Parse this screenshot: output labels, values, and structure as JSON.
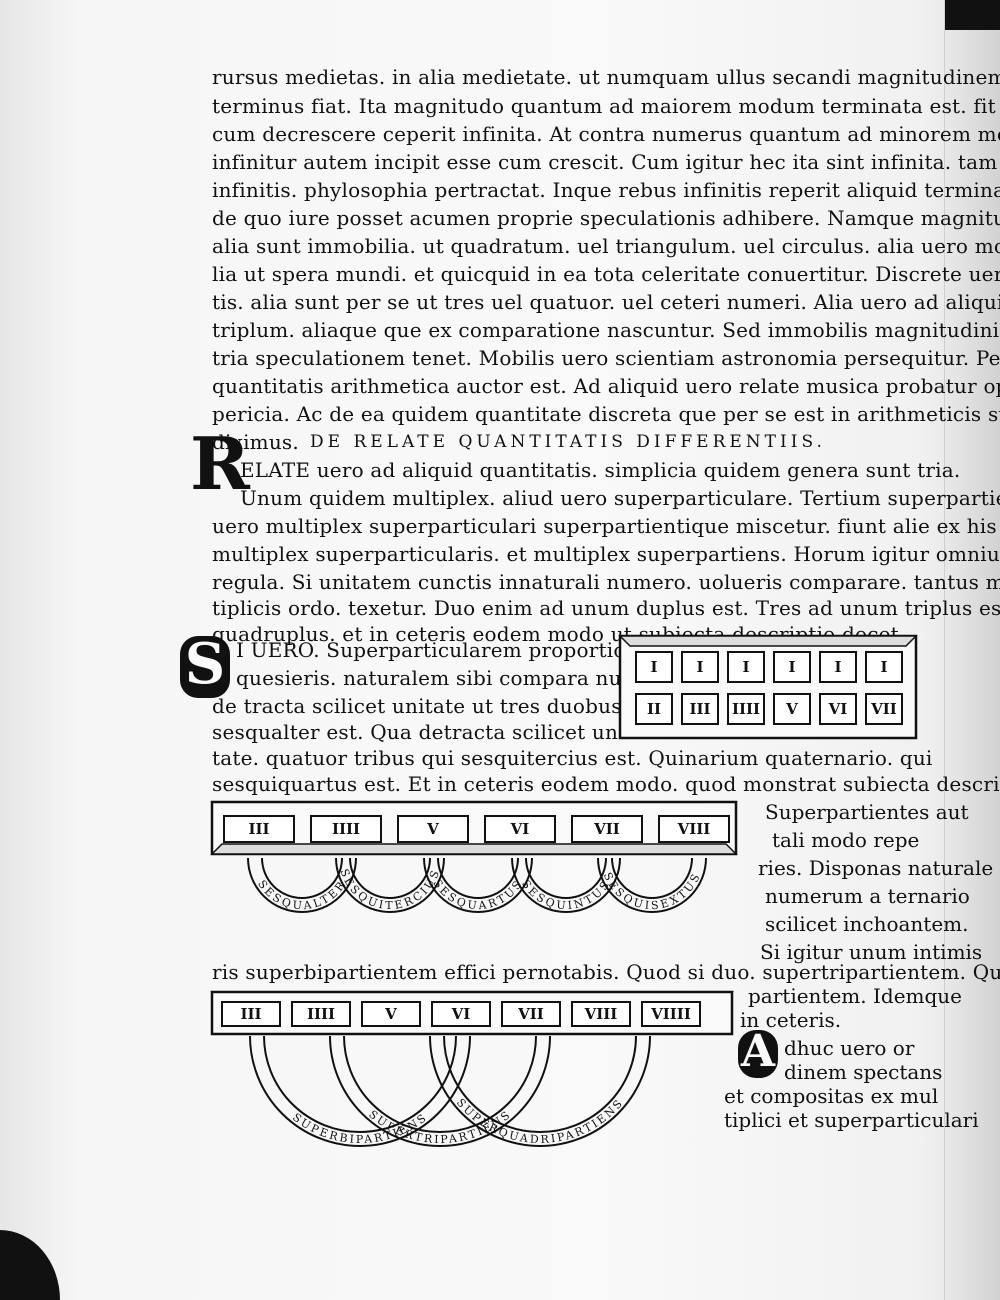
{
  "manuscript": {
    "lines": [
      "rursus medietas. in alia medietate. ut numquam ullus secandi magnitudinem",
      "terminus fiat. Ita magnitudo quantum ad maiorem modum terminata est. fit uero",
      "cum decrescere ceperit infinita. At contra numerus quantum ad minorem modum finitur est.",
      "infinitur autem incipit esse cum crescit. Cum igitur hec ita sint infinita. tam quasi de rebus",
      "infinitis. phylosophia pertractat. Inque rebus infinitis reperit aliquid terminatum.",
      "de quo iure posset acumen proprie speculationis adhibere. Namque magnitudinis",
      "alia sunt immobilia. ut quadratum. uel triangulum. uel circulus. alia uero mobi",
      "lia ut spera mundi. et quicquid in ea tota celeritate conuertitur. Discrete uero quantita",
      "tis. alia sunt per se ut tres uel quatuor. uel ceteri numeri. Alia uero ad aliquid. ut duplum.",
      "triplum. aliaque que ex comparatione nascuntur. Sed immobilis magnitudinis geome",
      "tria speculationem tenet. Mobilis uero scientiam astronomia persequitur. Per se uero discrete",
      "quantitatis arithmetica auctor est. Ad aliquid uero relate musica probatur optinere",
      "pericia. Ac de ea quidem quantitate discreta que per se est in arithmeticis sufficienter",
      "diximus."
    ],
    "heading": "DE RELATE QUANTITATIS DIFFERENTIIS.",
    "para2_initial": "R",
    "para2_first": "ELATE uero ad aliquid quantitatis. simplicia quidem genera sunt tria.",
    "para2_lines": [
      "Unum quidem multiplex. aliud uero superparticulare. Tertium superpartiens. Cum",
      "uero multiplex superparticulari superpartientique miscetur. fiunt alie ex his due. ide",
      "multiplex superparticularis. et multiplex superpartiens. Horum igitur omnium talis est",
      "regula. Si unitatem cunctis innaturali numero. uolueris comparare. tantus mul",
      "tiplicis ordo. texetur. Duo enim ad unum duplus est. Tres ad unum triplus est. Quatuor",
      "quadruplus. et in ceteris eodem modo ut subiecta descriptio docet."
    ],
    "para3_initial": "S",
    "para3_lines": [
      "I UERO. Superparticularem proportionem",
      "quesieris. naturalem sibi compara numerum",
      "de tracta scilicet unitate ut tres duobus",
      "sesqualter est. Qua detracta scilicet uni"
    ],
    "para3_cont": [
      "tate. quatuor tribus qui sesquitercius est. Quinarium quaternario. qui",
      "sesquiquartus est. Et in ceteris eodem modo. quod monstrat subiecta descriptio."
    ],
    "side1_lines": [
      "Superpartientes aut",
      "tali modo repe",
      "ries. Disponas naturale",
      "numerum a ternario",
      "scilicet inchoantem.",
      "Si igitur unum intimis"
    ],
    "full_line": "ris superbipartientem effici pernotabis. Quod si duo. supertripartientem. Quod si tres. superquadri",
    "side2_lines": [
      "partientem. Idemque",
      "in ceteris."
    ],
    "para4_initial": "A",
    "para4_lines": [
      "dhuc uero or",
      "dinem spectans",
      "et compositas ex mul",
      "tiplici et superparticulari"
    ]
  },
  "diagram_multiplex": {
    "top_row": [
      "I",
      "I",
      "I",
      "I",
      "I",
      "I"
    ],
    "bottom_row": [
      "II",
      "III",
      "IIII",
      "V",
      "VI",
      "VII"
    ]
  },
  "diagram_superparticular": {
    "cells": [
      "III",
      "IIII",
      "V",
      "VI",
      "VII",
      "VIII"
    ],
    "arc_labels": [
      "SESQUALTER",
      "SESQUITERCIUS",
      "SESQUARTUS",
      "SESQUINTUS",
      "SESQUISEXTUS"
    ]
  },
  "diagram_superpartient": {
    "cells": [
      "III",
      "IIII",
      "V",
      "VI",
      "VII",
      "VIII",
      "VIIII"
    ],
    "arc_labels": [
      "SUPERBIPARTIENS",
      "SUPERTRIPARTIENS",
      "SUPERQUADRIPARTIENS"
    ]
  },
  "colors": {
    "ink": "#111111",
    "parchment": "#f7f7f7"
  }
}
